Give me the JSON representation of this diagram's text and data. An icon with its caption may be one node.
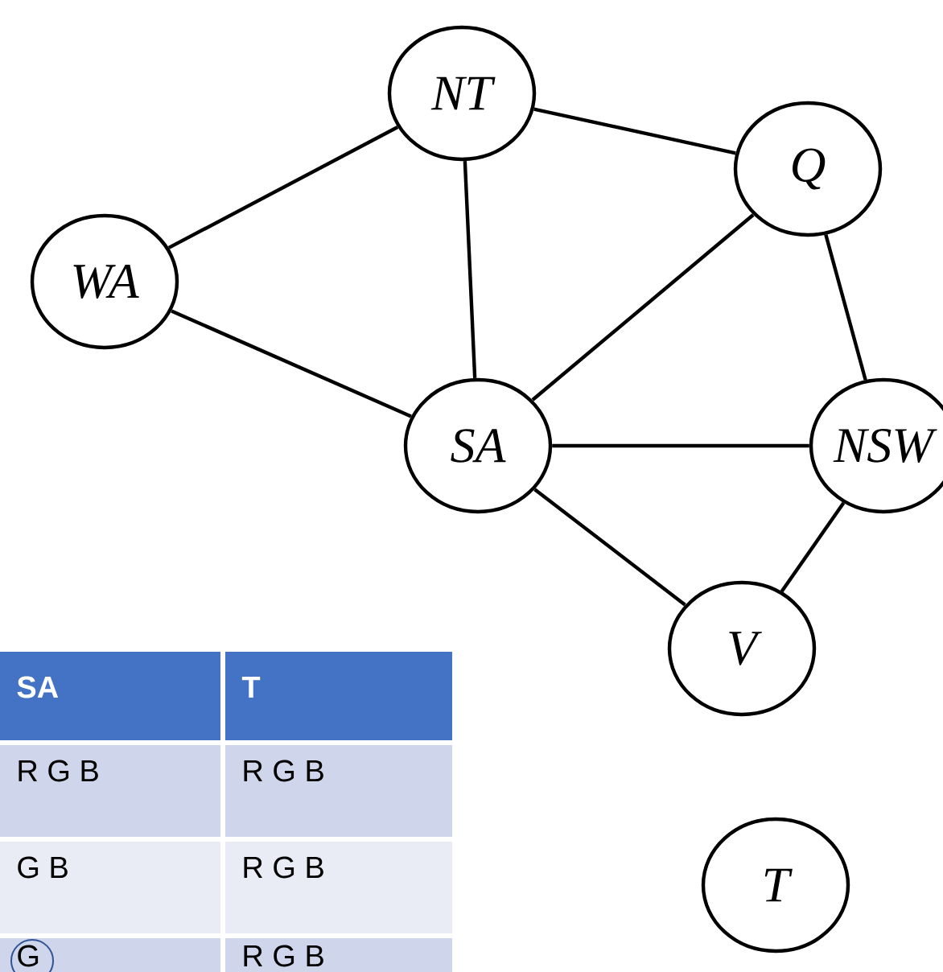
{
  "diagram": {
    "nodes": [
      {
        "text": [
          "NT"
        ]
      },
      {
        "text": [
          "Q"
        ]
      },
      {
        "text": [
          "WA"
        ]
      },
      {
        "text": [
          "SA"
        ]
      },
      {
        "text": [
          "NSW"
        ]
      },
      {
        "text": [
          "V"
        ]
      },
      {
        "text": [
          "T"
        ]
      }
    ],
    "edges": [
      {
        "from": 2,
        "to": 0,
        "arrow": "none"
      },
      {
        "from": 2,
        "to": 3,
        "arrow": "none"
      },
      {
        "from": 0,
        "to": 3,
        "arrow": "none"
      },
      {
        "from": 0,
        "to": 1,
        "arrow": "none"
      },
      {
        "from": 3,
        "to": 1,
        "arrow": "none"
      },
      {
        "from": 1,
        "to": 4,
        "arrow": "none"
      },
      {
        "from": 3,
        "to": 4,
        "arrow": "none"
      },
      {
        "from": 3,
        "to": 5,
        "arrow": "none"
      },
      {
        "from": 4,
        "to": 5,
        "arrow": "none"
      }
    ],
    "labels": [
      "SA",
      "T",
      "R G B",
      "R G B",
      "G B",
      "R G B",
      "G",
      "R G B"
    ]
  }
}
